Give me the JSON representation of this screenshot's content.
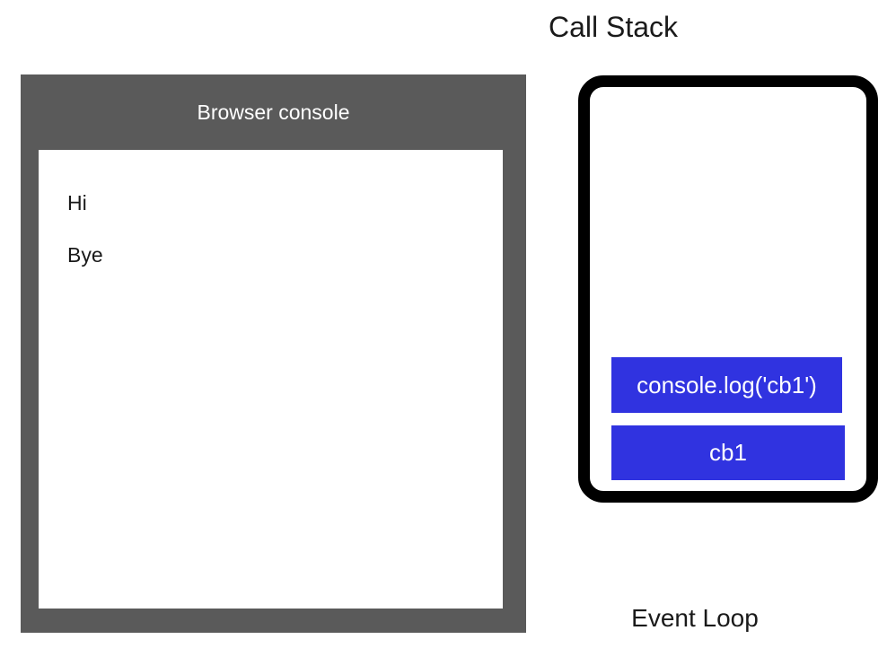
{
  "browser_console": {
    "title": "Browser console",
    "lines": [
      "Hi",
      "Bye"
    ],
    "panel_color": "#5a5a5a",
    "screen_color": "#ffffff",
    "text_color": "#1a1a1a"
  },
  "call_stack": {
    "title": "Call Stack",
    "border_color": "#000000",
    "frame_color": "#3033e0",
    "frame_text_color": "#ffffff",
    "frames": [
      {
        "label": "console.log('cb1')"
      },
      {
        "label": "cb1"
      }
    ]
  },
  "event_loop": {
    "label": "Event Loop"
  }
}
